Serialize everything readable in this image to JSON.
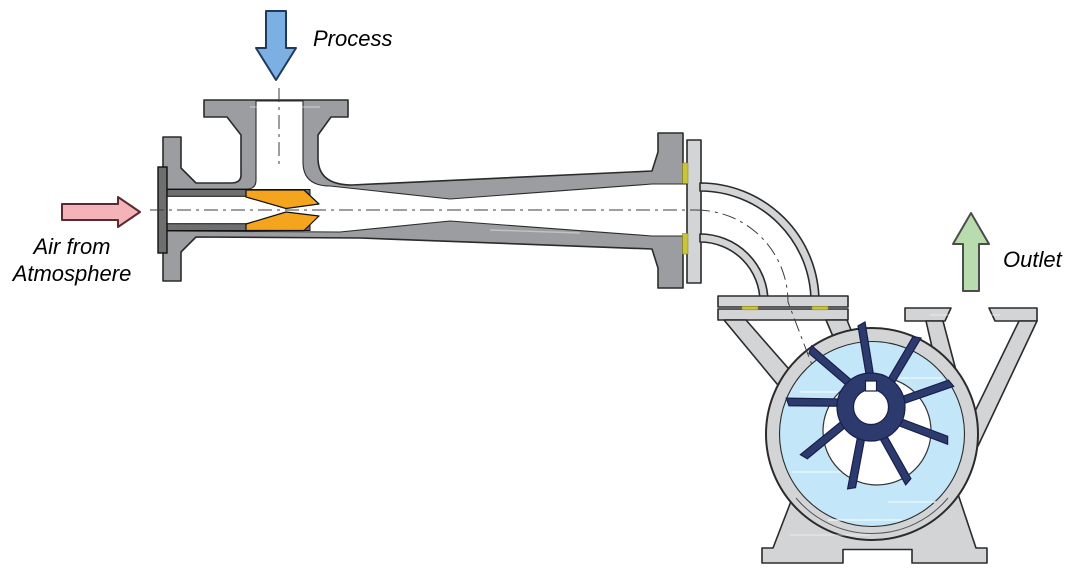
{
  "labels": {
    "process": "Process",
    "air_line1": "Air from",
    "air_line2": "Atmosphere",
    "outlet": "Outlet"
  },
  "colors": {
    "metal_dark": "#9b9da1",
    "metal_light": "#d3d4d6",
    "tube_gray": "#6f6f6f",
    "gasket_yellow": "#c9c53b",
    "nozzle_orange": "#f4a41d",
    "liquid_blue": "#c3e6f9",
    "impeller_navy": "#2c3a6d",
    "arrow_process_fill": "#7db0e2",
    "arrow_process_stroke": "#1f3a5f",
    "arrow_air_fill": "#f3b3b9",
    "arrow_air_stroke": "#5a2a30",
    "arrow_outlet_fill": "#b9dcae",
    "arrow_outlet_stroke": "#4c4c4c",
    "outline": "#2b2b2b"
  }
}
